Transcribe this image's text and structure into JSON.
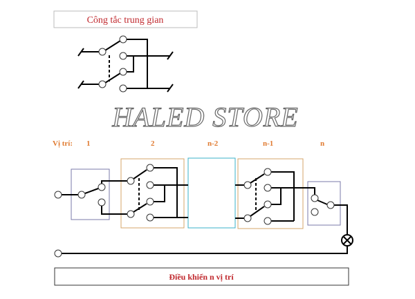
{
  "top_title": "Công tắc trung gian",
  "positions": {
    "label": "Vị trí:",
    "p1": "1",
    "p2": "2",
    "pn2": "n-2",
    "pn1": "n-1",
    "pn": "n"
  },
  "watermark": "HALED STORE",
  "bottom_title": "Điều khiển n vị trí",
  "colors": {
    "title": "#c0282d",
    "position_label": "#e07a30",
    "box_two_way": "#7a78a8",
    "box_intermediate": "#d4a46a",
    "box_middle": "#3ab0c8"
  },
  "icons": [
    "lamp-icon"
  ]
}
